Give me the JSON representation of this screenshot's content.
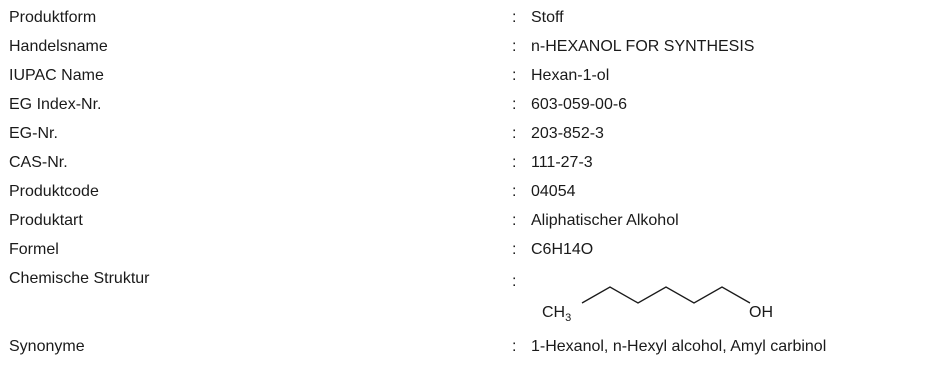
{
  "rows": [
    {
      "label": "Produktform",
      "value": "Stoff"
    },
    {
      "label": "Handelsname",
      "value": "n-HEXANOL FOR SYNTHESIS"
    },
    {
      "label": "IUPAC Name",
      "value": "Hexan-1-ol"
    },
    {
      "label": "EG Index-Nr.",
      "value": "603-059-00-6"
    },
    {
      "label": "EG-Nr.",
      "value": "203-852-3"
    },
    {
      "label": "CAS-Nr.",
      "value": "111-27-3"
    },
    {
      "label": "Produktcode",
      "value": "04054"
    },
    {
      "label": "Produktart",
      "value": "Aliphatischer Alkohol"
    },
    {
      "label": "Formel",
      "value": "C6H14O"
    },
    {
      "label": "Chemische Struktur",
      "value": ""
    },
    {
      "label": "Synonyme",
      "value": "1-Hexanol, n-Hexyl alcohol, Amyl carbinol"
    }
  ],
  "separator": ":",
  "structure": {
    "left_group": "CH",
    "left_subscript": "3",
    "right_group": "OH"
  }
}
